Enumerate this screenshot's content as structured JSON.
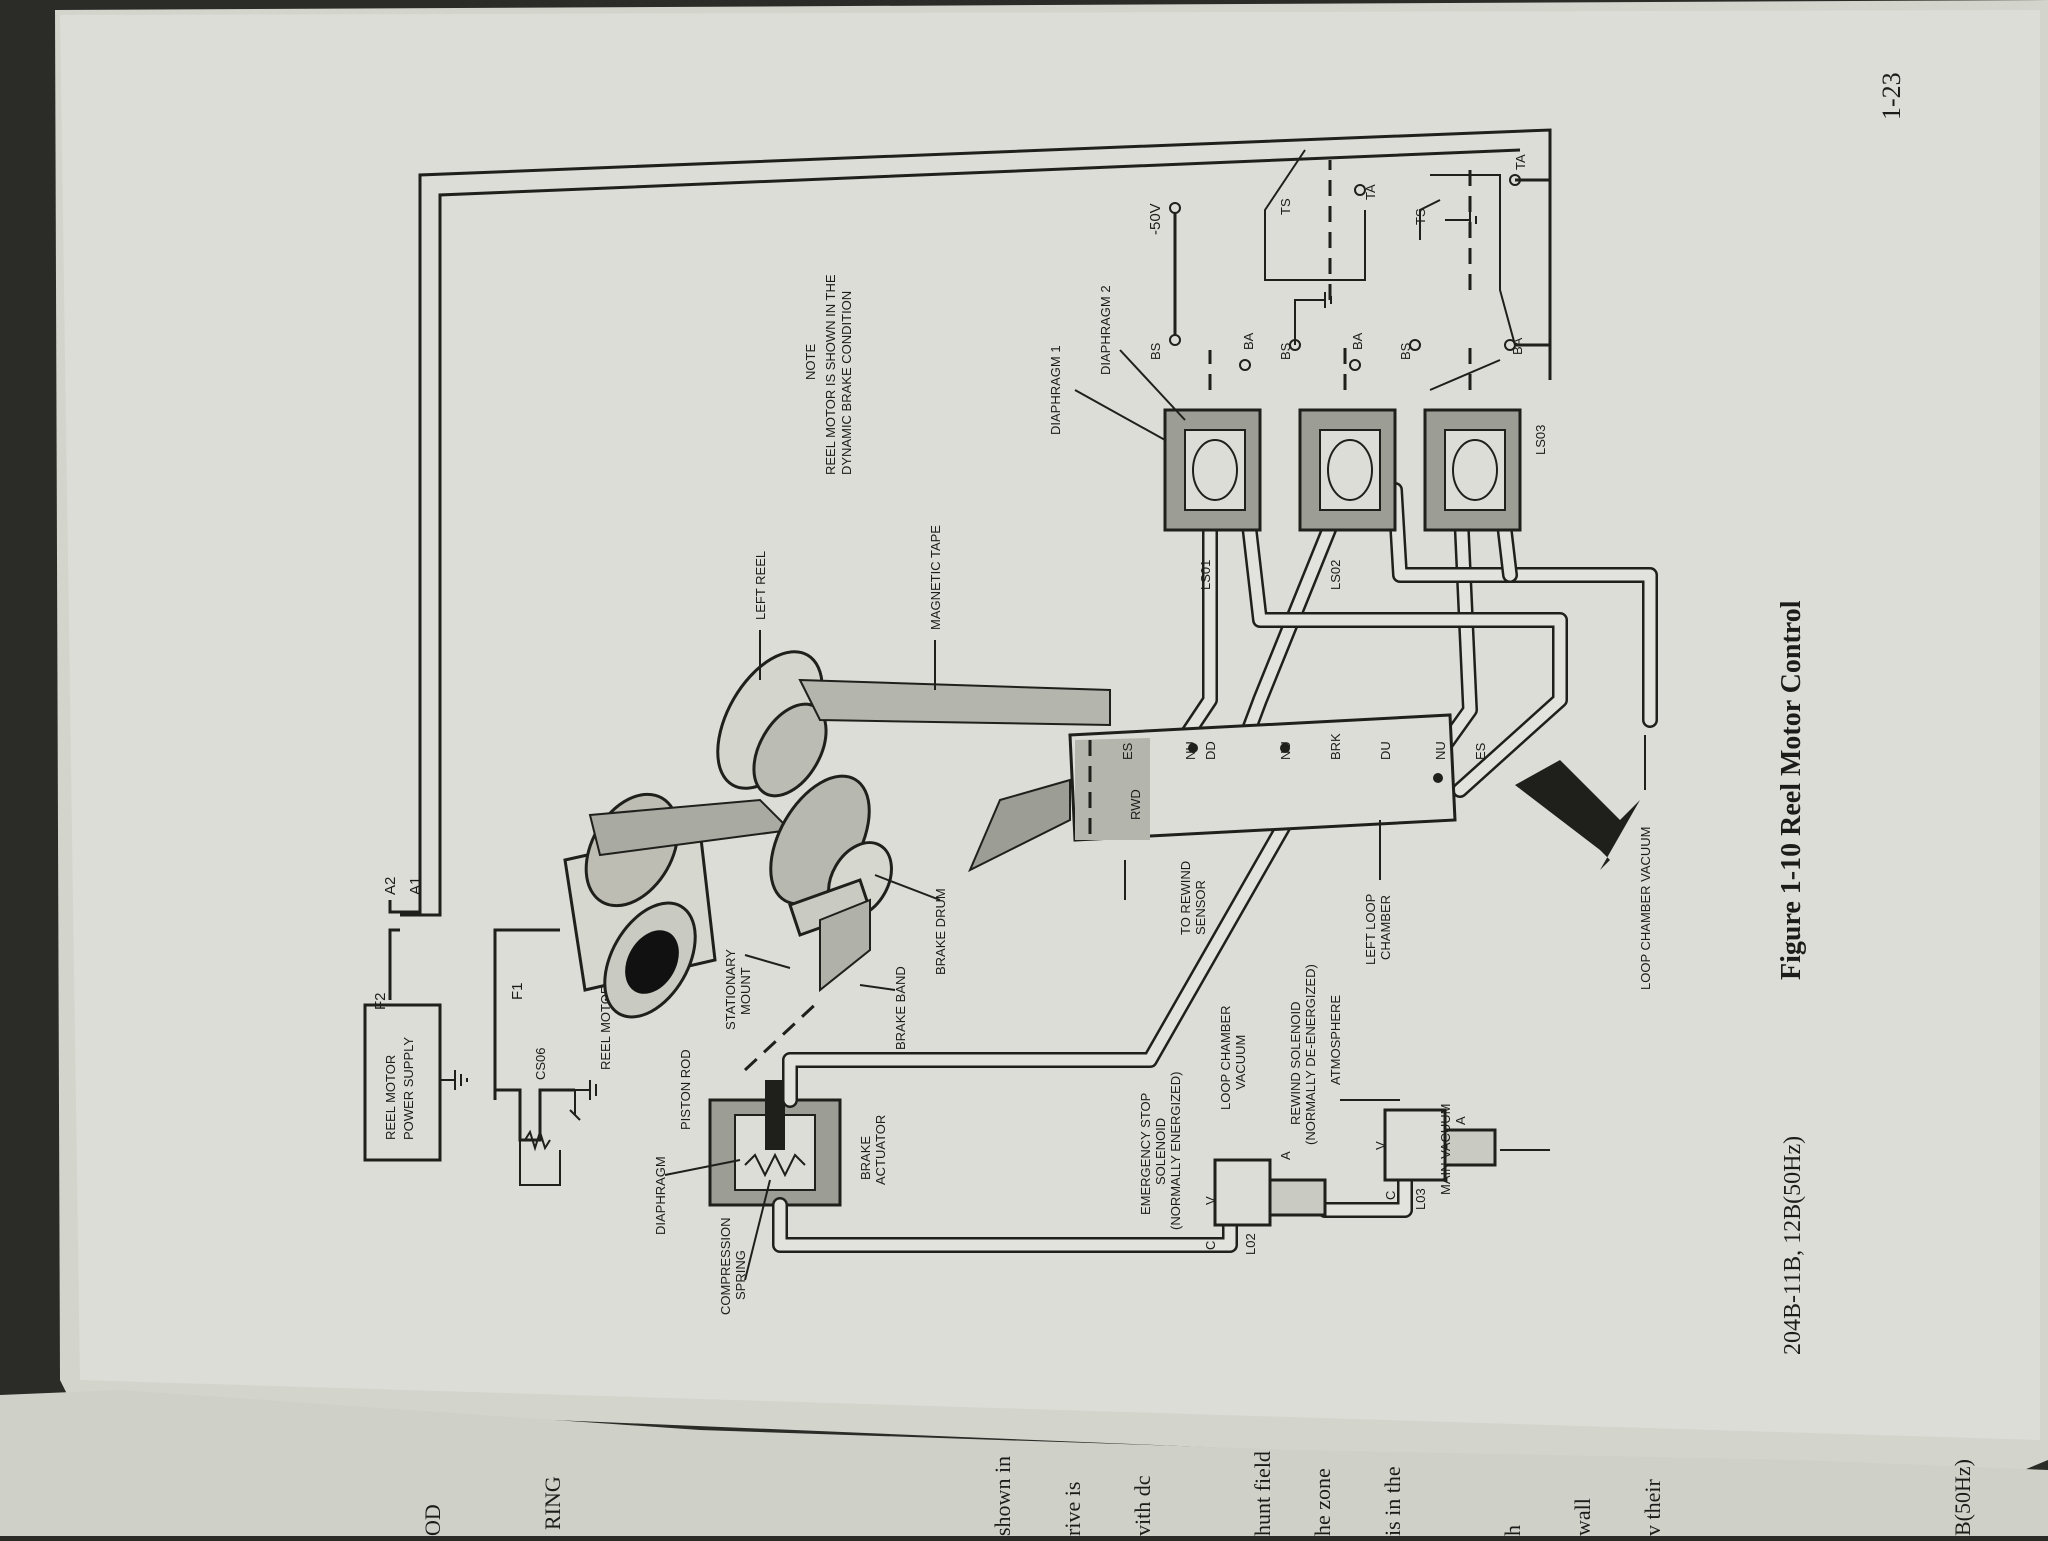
{
  "page": {
    "number": "1-23",
    "model": "204B-11B, 12B(50Hz)",
    "figure_caption": "Figure 1-10   Reel Motor Control"
  },
  "note": {
    "heading": "NOTE",
    "line1": "REEL MOTOR IS SHOWN IN THE",
    "line2": "DYNAMIC BRAKE CONDITION"
  },
  "labels": {
    "power_supply_1": "REEL MOTOR",
    "power_supply_2": "POWER SUPPLY",
    "f2": "F2",
    "f1": "F1",
    "a2": "A2",
    "a1": "A1",
    "cs06": "CS06",
    "reel_motor": "REEL MOTOR",
    "piston_rod": "PISTON ROD",
    "stationary_mount_1": "STATIONARY",
    "stationary_mount_2": "MOUNT",
    "brake_band": "BRAKE BAND",
    "brake_drum": "BRAKE DRUM",
    "left_reel": "LEFT REEL",
    "magnetic_tape": "MAGNETIC TAPE",
    "diaphragm": "DIAPHRAGM",
    "compression_spring_1": "COMPRESSION",
    "compression_spring_2": "SPRING",
    "brake_actuator_1": "BRAKE",
    "brake_actuator_2": "ACTUATOR",
    "emergency_stop_1": "EMERGENCY STOP",
    "emergency_stop_2": "SOLENOID",
    "emergency_stop_3": "(NORMALLY ENERGIZED)",
    "loop_chamber_vacuum_1": "LOOP CHAMBER",
    "loop_chamber_vacuum_2": "VACUUM",
    "rewind_solenoid_1": "REWIND SOLENOID",
    "rewind_solenoid_2": "(NORMALLY DE-ENERGIZED)",
    "atmosphere": "ATMOSPHERE",
    "main_vacuum": "MAIN VACUUM",
    "to_rewind_1": "TO REWIND",
    "to_rewind_2": "SENSOR",
    "left_loop_1": "LEFT LOOP",
    "left_loop_2": "CHAMBER",
    "loop_chamber_vacuum_bottom": "LOOP CHAMBER VACUUM",
    "rwd": "RWD",
    "es": "ES",
    "nu": "NU",
    "dd": "DD",
    "brk": "BRK",
    "du": "DU",
    "ls01": "LS01",
    "ls02": "LS02",
    "ls03": "LS03",
    "l02": "L02",
    "l03": "L03",
    "c": "C",
    "v": "V",
    "a": "A",
    "diaphragm_1": "DIAPHRAGM 1",
    "diaphragm_2": "DIAPHRAGM 2",
    "bs": "BS",
    "ba": "BA",
    "ts": "TS",
    "ta": "TA",
    "minus_50v": "-50V"
  },
  "left_page_text": [
    "OD",
    "RING",
    "shown in",
    "rive is",
    "vith dc",
    "hunt field",
    "he zone",
    "is in the",
    "h",
    "wall",
    "v their",
    "B(50Hz)"
  ]
}
